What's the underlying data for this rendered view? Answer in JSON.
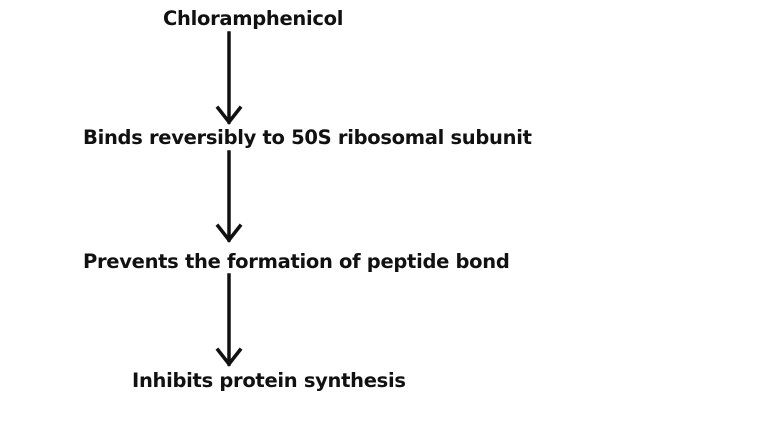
{
  "diagram": {
    "type": "flowchart",
    "direction": "top-to-bottom",
    "colors": {
      "text": "#111111",
      "arrow": "#111111",
      "background": "#ffffff"
    },
    "nodes": [
      {
        "id": "n1",
        "label": "Chloramphenicol"
      },
      {
        "id": "n2",
        "label": "Binds reversibly to 50S ribosomal subunit"
      },
      {
        "id": "n3",
        "label": "Prevents the formation of peptide bond"
      },
      {
        "id": "n4",
        "label": "Inhibits protein synthesis"
      }
    ],
    "edges": [
      {
        "from": "n1",
        "to": "n2",
        "icon": "arrow-down-icon"
      },
      {
        "from": "n2",
        "to": "n3",
        "icon": "arrow-down-icon"
      },
      {
        "from": "n3",
        "to": "n4",
        "icon": "arrow-down-icon"
      }
    ]
  }
}
